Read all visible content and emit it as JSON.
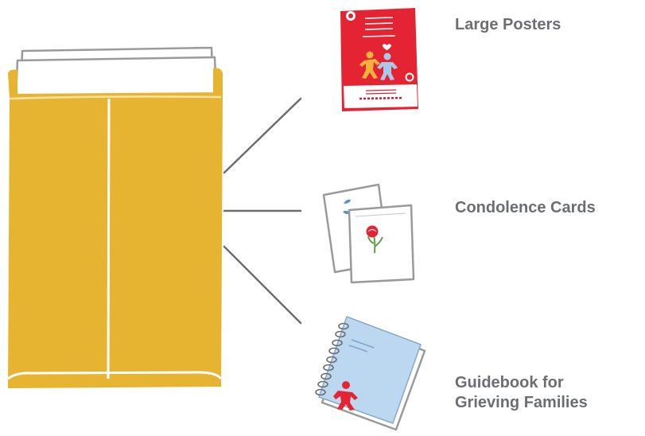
{
  "items": [
    {
      "id": "posters",
      "label_lines": [
        "Large Posters"
      ]
    },
    {
      "id": "cards",
      "label_lines": [
        "Condolence Cards"
      ]
    },
    {
      "id": "guidebook",
      "label_lines": [
        "Guidebook for",
        "Grieving Families"
      ]
    }
  ],
  "colors": {
    "envelope": "#e7b432",
    "envelope_outline": "#f4d68a",
    "poster": "#e52433",
    "guidebook": "#bcd8f0",
    "connector": "#6d6e71",
    "label": "#6d6e71"
  }
}
